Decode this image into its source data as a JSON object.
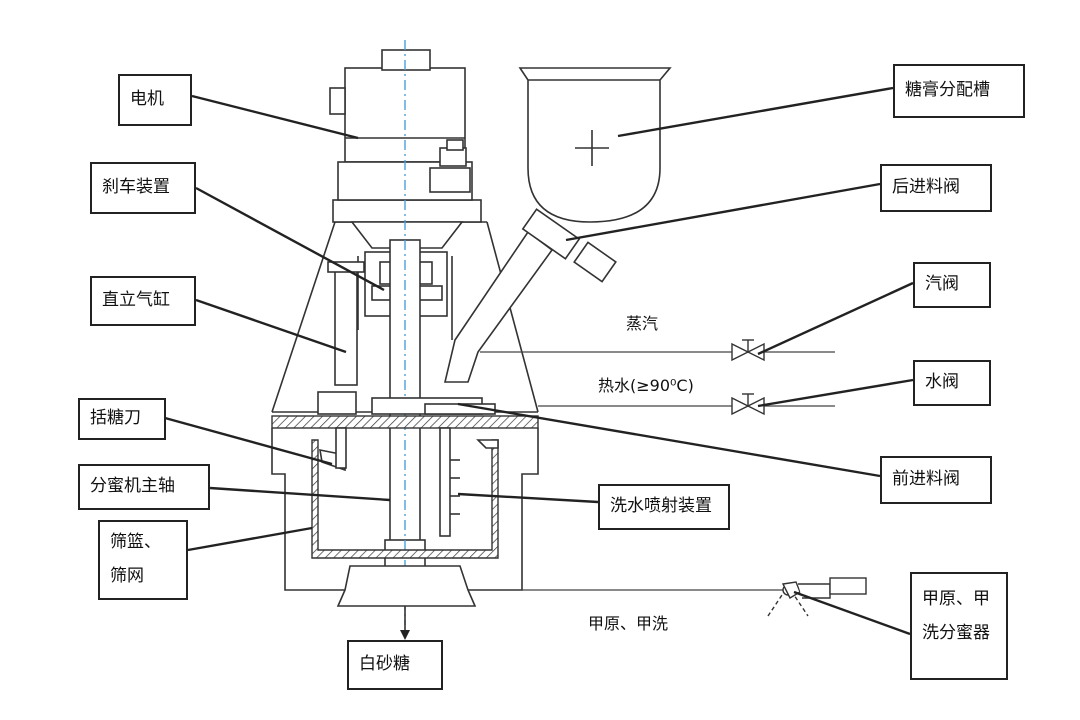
{
  "labels": {
    "motor": "电机",
    "brake": "刹车装置",
    "cylinder": "直立气缸",
    "scraper": "括糖刀",
    "shaft": "分蜜机主轴",
    "basket_line1": "筛篮、",
    "basket_line2": "筛网",
    "distributor": "糖膏分配槽",
    "rear_valve": "后进料阀",
    "steam_valve": "汽阀",
    "water_valve": "水阀",
    "front_valve": "前进料阀",
    "spray": "洗水喷射装置",
    "separator_line1": "甲原、甲",
    "separator_line2": "洗分蜜器",
    "white_sugar": "白砂糖"
  },
  "annotations": {
    "steam": "蒸汽",
    "hot_water": "热水(≥90⁰C)",
    "molasses": "甲原、甲洗"
  }
}
